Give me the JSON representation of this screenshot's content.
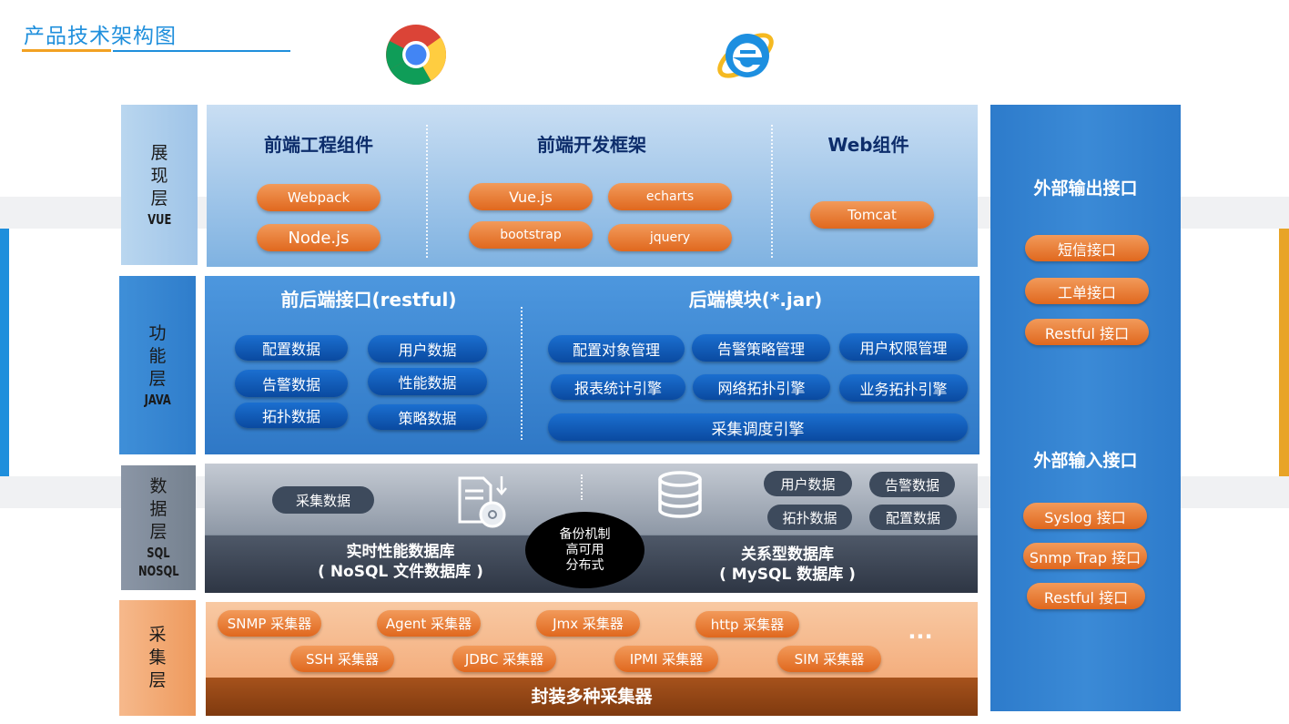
{
  "title": "产品技术架构图",
  "layers": {
    "presentation": {
      "label": [
        "展",
        "现",
        "层"
      ],
      "sub": "VUE"
    },
    "function": {
      "label": [
        "功",
        "能",
        "层"
      ],
      "sub": "JAVA"
    },
    "data": {
      "label": [
        "数",
        "据",
        "层"
      ],
      "sub1": "SQL",
      "sub2": "NOSQL"
    },
    "collect": {
      "label": [
        "采",
        "集",
        "层"
      ]
    }
  },
  "presentation": {
    "col1": {
      "heading": "前端工程组件",
      "items": [
        "Webpack",
        "Node.js"
      ]
    },
    "col2": {
      "heading": "前端开发框架",
      "items": [
        "Vue.js",
        "echarts",
        "bootstrap",
        "jquery"
      ]
    },
    "col3": {
      "heading": "Web组件",
      "items": [
        "Tomcat"
      ]
    }
  },
  "function": {
    "left": {
      "heading": "前后端接口(restful)",
      "items": [
        "配置数据",
        "用户数据",
        "告警数据",
        "性能数据",
        "拓扑数据",
        "策略数据"
      ]
    },
    "right": {
      "heading": "后端模块(*.jar)",
      "items": [
        "配置对象管理",
        "告警策略管理",
        "用户权限管理",
        "报表统计引擎",
        "网络拓扑引擎",
        "业务拓扑引擎",
        "采集调度引擎"
      ]
    }
  },
  "data": {
    "collect_data": "采集数据",
    "relational_items": [
      "用户数据",
      "告警数据",
      "拓扑数据",
      "配置数据"
    ],
    "backup": [
      "备份机制",
      "高可用",
      "分布式"
    ],
    "realtime_db": [
      "实时性能数据库",
      "( NoSQL 文件数据库 )"
    ],
    "relational_db": [
      "关系型数据库",
      "( MySQL 数据库 )"
    ]
  },
  "collect": {
    "row1": [
      "SNMP 采集器",
      "Agent 采集器",
      "Jmx 采集器",
      "http 采集器"
    ],
    "row2": [
      "SSH 采集器",
      "JDBC 采集器",
      "IPMI 采集器",
      "SIM 采集器"
    ],
    "more": "...",
    "footer": "封装多种采集器"
  },
  "external": {
    "output": {
      "heading": "外部输出接口",
      "items": [
        "短信接口",
        "工单接口",
        "Restful 接口"
      ]
    },
    "input": {
      "heading": "外部输入接口",
      "items": [
        "Syslog 接口",
        "Snmp Trap 接口",
        "Restful 接口"
      ]
    }
  },
  "icons": [
    "chrome-icon",
    "ie-icon",
    "file-disk-icon",
    "database-icon"
  ],
  "colors": {
    "title": "#1f8fdc",
    "accent_orange": "#f2a122",
    "pill_orange": "#e8772e",
    "pill_blue": "#0a55b0",
    "dark_heading": "#0d2d6b"
  }
}
